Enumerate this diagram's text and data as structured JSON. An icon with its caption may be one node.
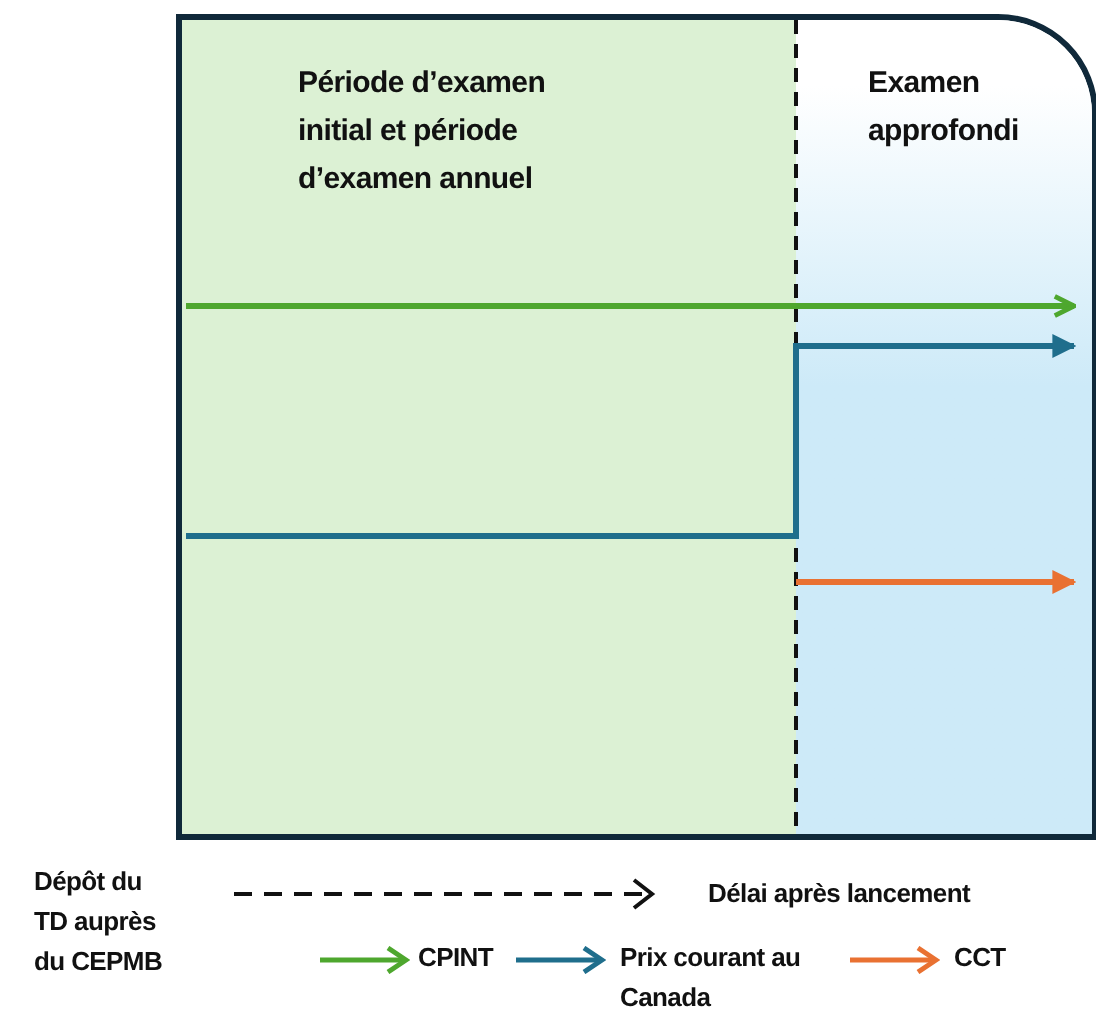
{
  "diagram": {
    "nodes": [
      {
        "text": [
          "Période d’examen initial et période d’examen annuel"
        ]
      },
      {
        "text": [
          "Examen approfondi"
        ]
      }
    ],
    "edges": [
      {
        "from": 0,
        "to": 1,
        "arrow": "to",
        "color": "#4ea72e"
      },
      {
        "from": 0,
        "to": 1,
        "arrow": "to",
        "color": "#1f6e8c"
      },
      {
        "from": null,
        "to": 1,
        "arrow": "to",
        "color": "#e97132"
      }
    ],
    "labels": [
      "Dépôt du TD auprès du CEPMB",
      "Délai après lancement"
    ],
    "legend": [
      {
        "text": "CPINT"
      },
      {
        "text": "Prix courant au Canada"
      },
      {
        "text": "CCT"
      }
    ]
  }
}
